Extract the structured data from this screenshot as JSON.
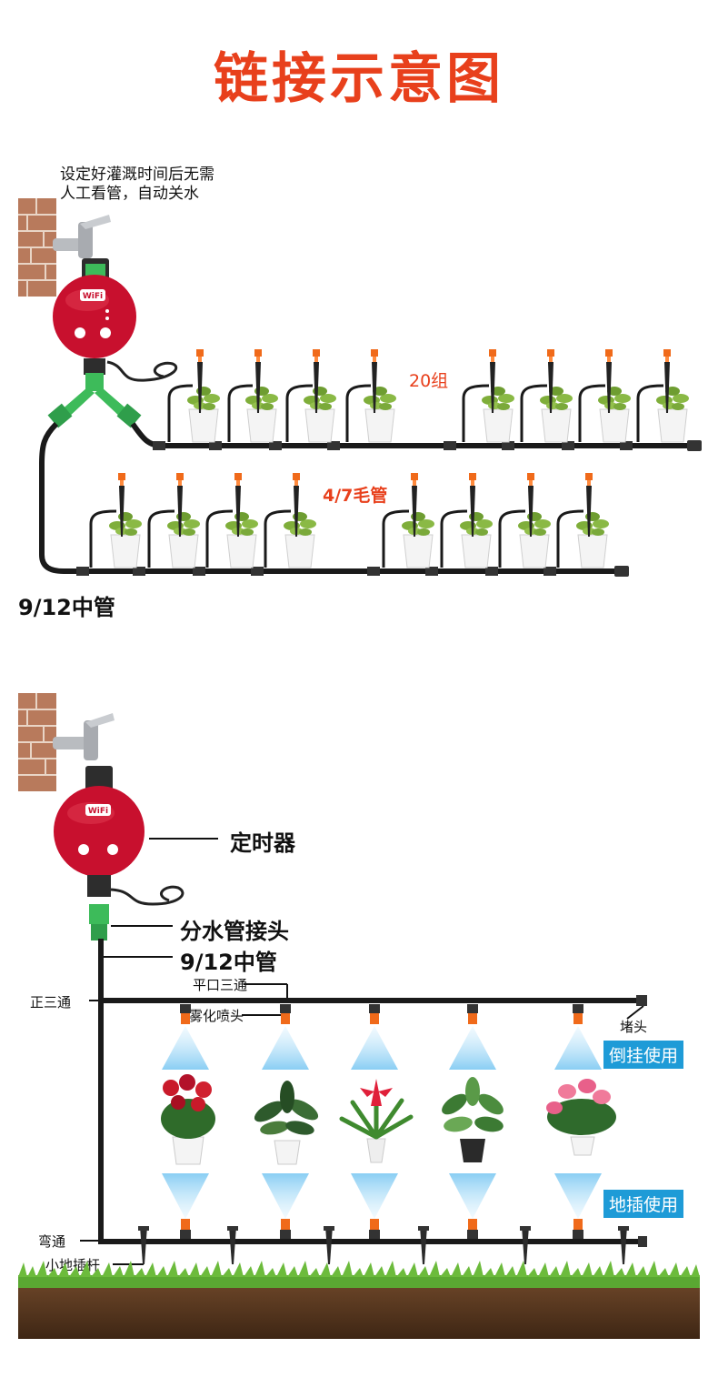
{
  "title": "链接示意图",
  "diagram1": {
    "note_line1": "设定好灌溉时间后无需",
    "note_line2": "人工看管，自动关水",
    "wifi_badge": "WiFi",
    "group_count": "20组",
    "capillary_pipe": "4/7毛管",
    "main_pipe": "9/12中管"
  },
  "diagram2": {
    "timer": "定时器",
    "splitter": "分水管接头",
    "main_pipe": "9/12中管",
    "flat_tee": "平口三通",
    "tee": "正三通",
    "mist_nozzle": "雾化喷头",
    "end_plug": "堵头",
    "hanging_use": "倒挂使用",
    "ground_use": "地插使用",
    "elbow": "弯通",
    "ground_stake": "小地插杆"
  },
  "colors": {
    "title": "#e8401c",
    "timer_body": "#c8102e",
    "connector_green": "#3dbb5a",
    "nozzle_orange": "#f06a1a",
    "badge_blue": "#1e9bd7",
    "pipe": "#1a1a1a",
    "grass": "#5aa832",
    "soil": "#5a3a22"
  }
}
